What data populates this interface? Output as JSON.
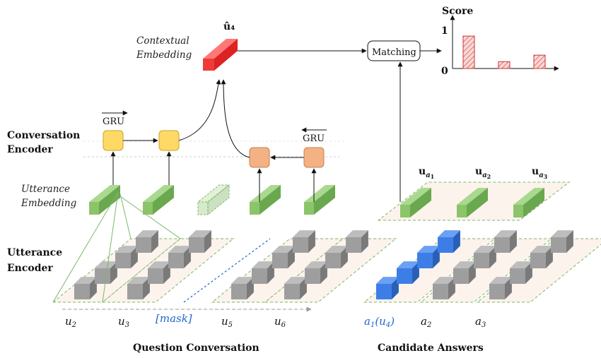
{
  "labels": {
    "conversation_encoder_line1": "Conversation",
    "conversation_encoder_line2": "Encoder",
    "utterance_embedding_line1": "Utterance",
    "utterance_embedding_line2": "Embedding",
    "utterance_encoder_line1": "Utterance",
    "utterance_encoder_line2": "Encoder",
    "contextual_embedding_line1": "Contextual",
    "contextual_embedding_line2": "Embedding",
    "u4_hat": "û₄",
    "gru_left": "GRU",
    "gru_right": "GRU",
    "matching": "Matching",
    "score": "Score",
    "score_tick_1": "1",
    "score_tick_0": "0",
    "ua1": "u",
    "ua1_sub": "a₁",
    "ua2": "u",
    "ua2_sub": "a₂",
    "ua3": "u",
    "ua3_sub": "a₃",
    "question_conversation": "Question Conversation",
    "candidate_answers": "Candidate Answers"
  },
  "sequence_labels": [
    {
      "text": "u",
      "sub": "2"
    },
    {
      "text": "u",
      "sub": "3"
    },
    {
      "text": "[mask]",
      "sub": ""
    },
    {
      "text": "u",
      "sub": "5"
    },
    {
      "text": "u",
      "sub": "6"
    }
  ],
  "answer_labels": [
    {
      "text": "a",
      "sub": "1",
      "extra": "(u",
      "extra_sub": "4",
      "extra_close": ")"
    },
    {
      "text": "a",
      "sub": "2"
    },
    {
      "text": "a",
      "sub": "3"
    }
  ],
  "score_bars": [
    0.85,
    0.18,
    0.35
  ],
  "colors": {
    "green": "#8cc46a",
    "green_dark": "#6aa84f",
    "yellow": "#ffd966",
    "orange": "#f4b183",
    "red": "#ee4444",
    "gray_block": "#9e9e9e",
    "blue_block": "#3d7ee6",
    "mask_blue": "#2266cc",
    "bar_fill": "#f4c7c3",
    "bar_stroke": "#cc3333"
  }
}
